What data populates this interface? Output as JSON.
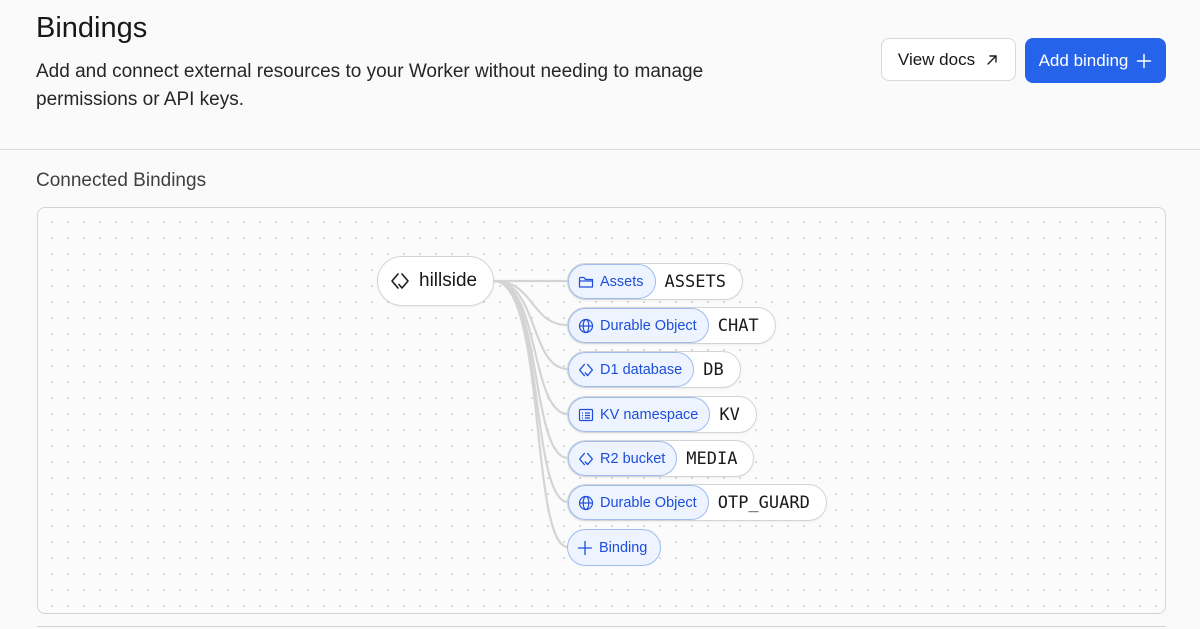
{
  "header": {
    "title": "Bindings",
    "description": "Add and connect external resources to your Worker without needing to manage permissions or API keys.",
    "view_docs_label": "View docs",
    "add_binding_label": "Add binding"
  },
  "section": {
    "title": "Connected Bindings"
  },
  "worker": {
    "name": "hillside",
    "icon": "worker-icon"
  },
  "bindings": [
    {
      "type": "Assets",
      "name": "ASSETS",
      "icon": "folder-icon"
    },
    {
      "type": "Durable Object",
      "name": "CHAT",
      "icon": "globe-icon"
    },
    {
      "type": "D1 database",
      "name": "DB",
      "icon": "worker-icon"
    },
    {
      "type": "KV namespace",
      "name": "KV",
      "icon": "list-icon"
    },
    {
      "type": "R2 bucket",
      "name": "MEDIA",
      "icon": "worker-icon"
    },
    {
      "type": "Durable Object",
      "name": "OTP_GUARD",
      "icon": "globe-icon"
    }
  ],
  "add_binding_chip": {
    "label": "Binding",
    "icon": "plus-icon"
  },
  "colors": {
    "accent": "#2563eb",
    "chip_background": "#eef4ff",
    "chip_border": "#9ebcf0",
    "chip_text": "#1d4ed8",
    "connector": "#d4d4d4"
  }
}
